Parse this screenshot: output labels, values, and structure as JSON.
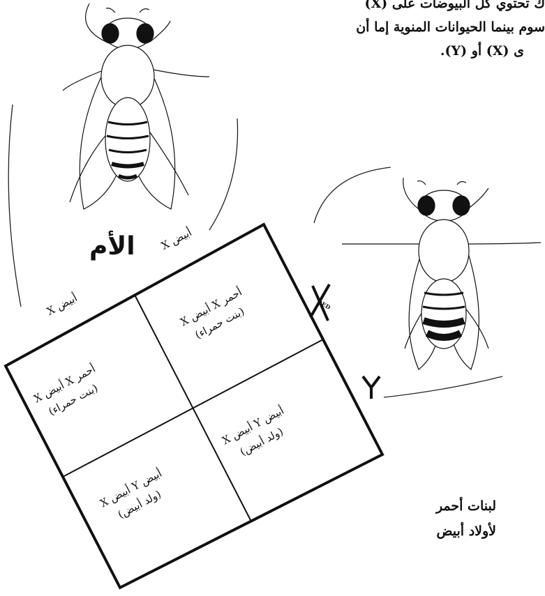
{
  "top_text": {
    "line1": "ك تحتوي كل البيوضات على (X)",
    "line2": "سوم بينما الحيوانات المنوية إما أن",
    "line3": "ى (X) أو (Y)."
  },
  "mother_label": "الأم",
  "grid": {
    "col_header": "X أبيض",
    "row_header": "X أبيض",
    "father_x": "X",
    "father_x_sub": "RED",
    "father_y": "Y",
    "cells": [
      {
        "genotype": "X أبيض   X أحمر",
        "phenotype": "(بنت حمراء)"
      },
      {
        "genotype": "X أبيض   X أحمر",
        "phenotype": "(بنت حمراء)"
      },
      {
        "genotype": "X أبيض   Y أبيض",
        "phenotype": "(ولد أبيض)"
      },
      {
        "genotype": "X أبيض   Y أبيض",
        "phenotype": "(ولد أبيض)"
      }
    ]
  },
  "bottom_text": {
    "line1": "لبنات أحمر",
    "line2": "لأولاد أبيض"
  }
}
